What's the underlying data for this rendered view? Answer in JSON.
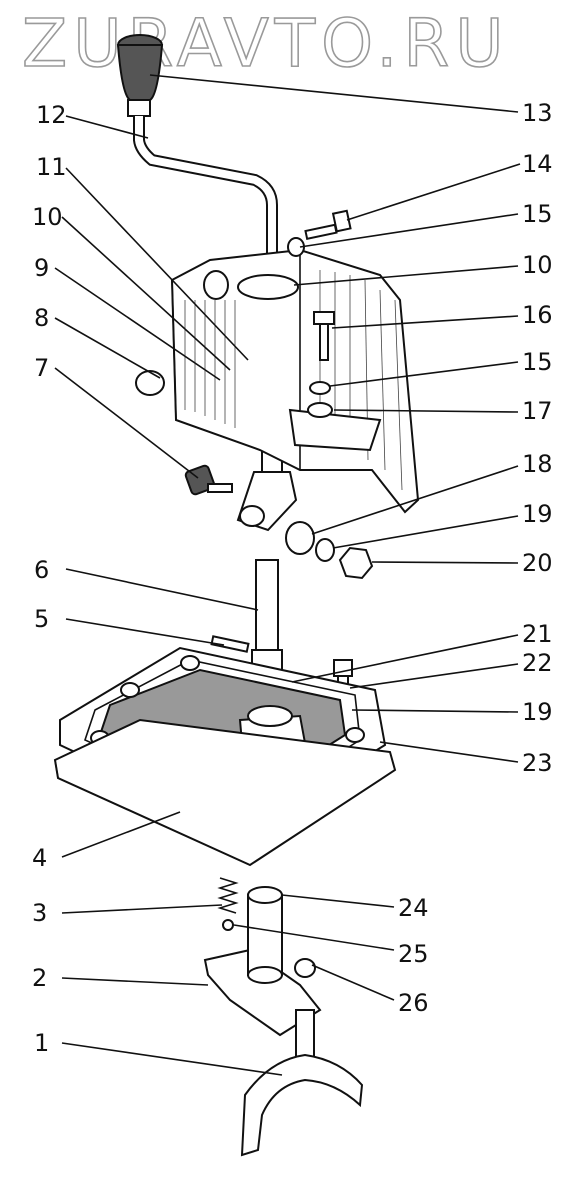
{
  "watermark": "ZURAVTO.RU",
  "callouts": [
    {
      "id": "13",
      "label": "13"
    },
    {
      "id": "12",
      "label": "12"
    },
    {
      "id": "14",
      "label": "14"
    },
    {
      "id": "11",
      "label": "11"
    },
    {
      "id": "15a",
      "label": "15"
    },
    {
      "id": "10a",
      "label": "10"
    },
    {
      "id": "10b",
      "label": "10"
    },
    {
      "id": "9",
      "label": "9"
    },
    {
      "id": "16",
      "label": "16"
    },
    {
      "id": "8",
      "label": "8"
    },
    {
      "id": "7",
      "label": "7"
    },
    {
      "id": "15b",
      "label": "15"
    },
    {
      "id": "17",
      "label": "17"
    },
    {
      "id": "18",
      "label": "18"
    },
    {
      "id": "19a",
      "label": "19"
    },
    {
      "id": "20",
      "label": "20"
    },
    {
      "id": "6",
      "label": "6"
    },
    {
      "id": "5",
      "label": "5"
    },
    {
      "id": "21",
      "label": "21"
    },
    {
      "id": "22",
      "label": "22"
    },
    {
      "id": "19b",
      "label": "19"
    },
    {
      "id": "23",
      "label": "23"
    },
    {
      "id": "4",
      "label": "4"
    },
    {
      "id": "3",
      "label": "3"
    },
    {
      "id": "24",
      "label": "24"
    },
    {
      "id": "25",
      "label": "25"
    },
    {
      "id": "2",
      "label": "2"
    },
    {
      "id": "26",
      "label": "26"
    },
    {
      "id": "1",
      "label": "1"
    }
  ]
}
